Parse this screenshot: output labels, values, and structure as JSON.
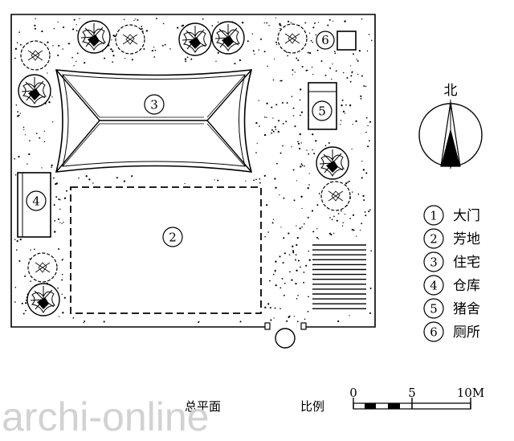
{
  "north": {
    "label": "北"
  },
  "legend": [
    {
      "num": "1",
      "text": "大门"
    },
    {
      "num": "2",
      "text": "芳地"
    },
    {
      "num": "3",
      "text": "住宅"
    },
    {
      "num": "4",
      "text": "仓库"
    },
    {
      "num": "5",
      "text": "猪舍"
    },
    {
      "num": "6",
      "text": "厕所"
    }
  ],
  "plan_numbers": {
    "residence": "3",
    "lawn": "2",
    "storage": "4",
    "pigsty": "5",
    "toilet": "6"
  },
  "caption": {
    "title": "总平面",
    "scale_label": "比例"
  },
  "scale_bar": {
    "ticks": [
      "0",
      "5",
      "10M"
    ]
  },
  "watermark": "archi-online"
}
